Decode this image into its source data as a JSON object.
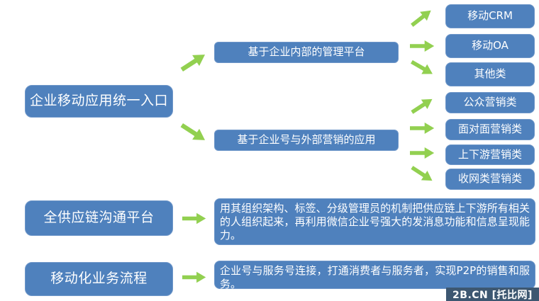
{
  "diagram": {
    "left_nodes": [
      {
        "label": "企业移动应用统一入口"
      },
      {
        "label": "全供应链沟通平台"
      },
      {
        "label": "移动化业务流程"
      }
    ],
    "mid_nodes": [
      {
        "label": "基于企业内部的管理平台"
      },
      {
        "label": "基于企业号与外部营销的应用"
      }
    ],
    "right_nodes": [
      {
        "label": "移动CRM"
      },
      {
        "label": "移动OA"
      },
      {
        "label": "其他类"
      },
      {
        "label": "公众营销类"
      },
      {
        "label": "面对面营销类"
      },
      {
        "label": "上下游营销类"
      },
      {
        "label": "收网类营销类"
      }
    ],
    "descriptions": [
      {
        "text": "用其组织架构、标签、分级管理员的机制把供应链上下游所有相关的人组织起来，再利用微信企业号强大的发消息功能和信息呈现能力。"
      },
      {
        "text": "企业号与服务号连接，打通消费者与服务者，实现P2P的销售和服务。"
      }
    ],
    "watermark": "2B.CN [托比网]",
    "colors": {
      "node_fill": "#4f81bd",
      "node_border": "#6f97c9",
      "node_text": "#ffffff",
      "arrow": "#92d050",
      "watermark_bg": "#3d5771"
    }
  }
}
